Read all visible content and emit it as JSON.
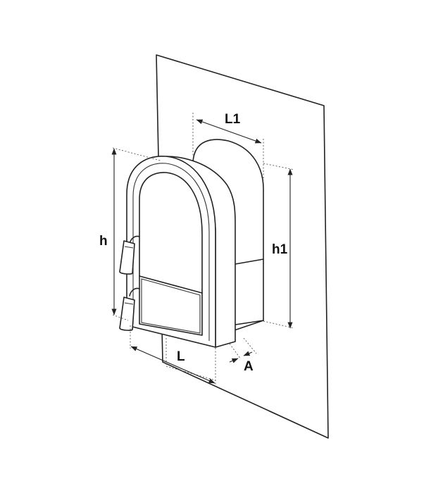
{
  "labels": {
    "width_outer": "L1",
    "height_outer": "h1",
    "height_door": "h",
    "width_door": "L",
    "depth": "A"
  }
}
